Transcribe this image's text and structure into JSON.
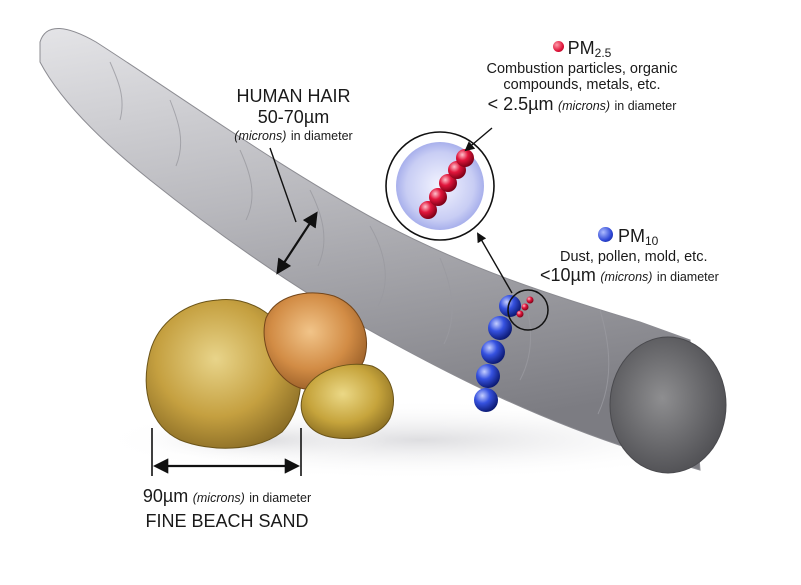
{
  "hair": {
    "title": "HUMAN HAIR",
    "size": "50-70",
    "unit": "µm",
    "microns": "(microns)",
    "suffix": "in diameter"
  },
  "pm25": {
    "prefix": "PM",
    "sub": "2.5",
    "desc1": "Combustion particles, organic",
    "desc2": "compounds, metals, etc.",
    "size": "< 2.5",
    "unit": "µm",
    "microns": "(microns)",
    "suffix": "in diameter"
  },
  "pm10": {
    "prefix": "PM",
    "sub": "10",
    "desc": "Dust, pollen, mold, etc.",
    "size": "<10",
    "unit": "µm",
    "microns": "(microns)",
    "suffix": "in diameter"
  },
  "sand": {
    "size": "90",
    "unit": "µm",
    "microns": "(microns)",
    "suffix": "in diameter",
    "title": "FINE BEACH SAND"
  },
  "colors": {
    "hair": "#b9b9bd",
    "pm25": "#e0143a",
    "pm10": "#2d46d6",
    "sand": "#c9a646"
  }
}
